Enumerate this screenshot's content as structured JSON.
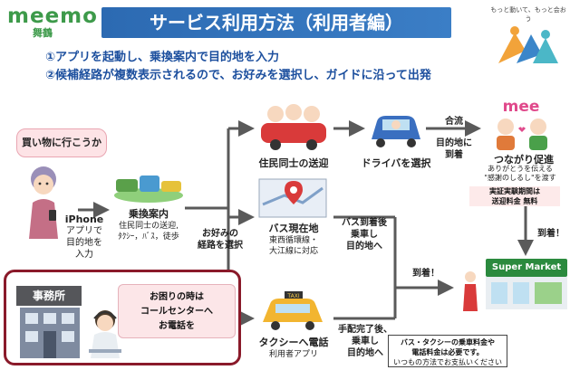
{
  "brand": {
    "name": "meemo",
    "place": "舞鶴"
  },
  "banner_title": "サービス利用方法（利用者編）",
  "logo_tagline": "もっと動いて、もっと会おう",
  "steps": [
    "①アプリを起動し、乗換案内で目的地を入力",
    "②候補経路が複数表示されるので、お好みを選択し、ガイドに沿って出発"
  ],
  "user": {
    "bubble": "買い物に行こうか",
    "iphone_label": "iPhone",
    "iphone_desc_1": "アプリで",
    "iphone_desc_2": "目的地を",
    "iphone_desc_3": "入力"
  },
  "transit_guide": {
    "title": "乗換案内",
    "sub_1": "住民同士の送迎,",
    "sub_2": "ﾀｸｼｰ，ﾊﾞｽ，徒歩"
  },
  "route_choice_1": "お好みの",
  "route_choice_2": "経路を選択",
  "ride_share": {
    "title": "住民同士の送迎"
  },
  "driver": {
    "title": "ドライバを選択"
  },
  "merge": {
    "label": "合流",
    "arrive_1": "目的地に",
    "arrive_2": "到着"
  },
  "mee": {
    "logo": "mee",
    "title": "つながり促進",
    "desc_1": "ありがとうを伝える",
    "desc_2": "\"感謝のしるし\"を渡す",
    "period_1": "実証実験期間は",
    "period_2": "送迎料金 無料"
  },
  "bus": {
    "title": "バス現在地",
    "sub_1": "東西循環線・",
    "sub_2": "大江線に対応",
    "after_1": "バス到着後",
    "after_2": "乗車し",
    "after_3": "目的地へ"
  },
  "taxi": {
    "sign": "TAXI",
    "title": "タクシーへ電話",
    "sub": "利用者アプリ",
    "after_1": "手配完了後、",
    "after_2": "乗車し",
    "after_3": "目的地へ"
  },
  "arrival_1": "到着！",
  "arrival_2": "到着！",
  "supermarket": "Super Market",
  "office": {
    "board": "事務所",
    "callout_1": "お困りの時は",
    "callout_2": "コールセンターへ",
    "callout_3": "お電話を"
  },
  "fare_note": {
    "line_1": "バス・タクシーの乗車料金や",
    "line_2": "電話料金は必要です。",
    "line_3": "いつもの方法でお支払いください"
  },
  "colors": {
    "brand_green": "#3d9a4a",
    "banner_blue": "#2c6ab2",
    "step_blue": "#1c4f9e",
    "arrow_gray": "#5a5a5a",
    "frame_red": "#8a1a2a",
    "mee_pink": "#e0498b"
  }
}
